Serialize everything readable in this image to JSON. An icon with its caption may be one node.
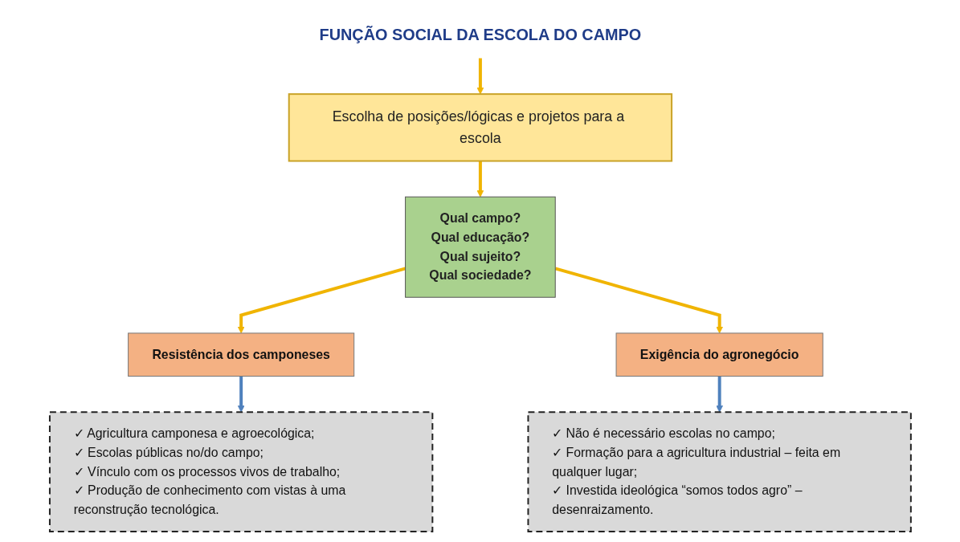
{
  "diagram": {
    "nodes": [
      {
        "text": [
          "FUNÇÃO SOCIAL DA ESCOLA DO CAMPO"
        ]
      },
      {
        "text": [
          "Escolha de posições/lógicas e projetos para a escola"
        ]
      },
      {
        "text": [
          "Qual campo?",
          "Qual educação?",
          "Qual sujeito?",
          "Qual sociedade?"
        ]
      },
      {
        "text": [
          "Resistência dos camponeses"
        ]
      },
      {
        "text": [
          "Exigência do agronegócio"
        ]
      },
      {
        "text": [
          "✓ Agricultura camponesa e agroecológica;",
          "✓ Escolas públicas no/do campo;",
          "✓ Vínculo com os processos vivos de trabalho;",
          "✓ Produção de conhecimento com vistas à uma reconstrução tecnológica."
        ]
      },
      {
        "text": [
          "✓ Não é necessário escolas no campo;",
          "✓ Formação para a agricultura industrial – feita em qualquer lugar;",
          "✓ Investida ideológica “somos todos agro” – desenraizamento."
        ]
      }
    ],
    "edges": [
      {
        "from": 0,
        "to": 1,
        "arrow": "to"
      },
      {
        "from": 1,
        "to": 2,
        "arrow": "to"
      },
      {
        "from": 2,
        "to": 3,
        "arrow": "to"
      },
      {
        "from": 2,
        "to": 4,
        "arrow": "to"
      },
      {
        "from": 3,
        "to": 5,
        "arrow": "to",
        "color": "#4f81bd"
      },
      {
        "from": 4,
        "to": 6,
        "arrow": "to",
        "color": "#4f81bd"
      }
    ]
  }
}
